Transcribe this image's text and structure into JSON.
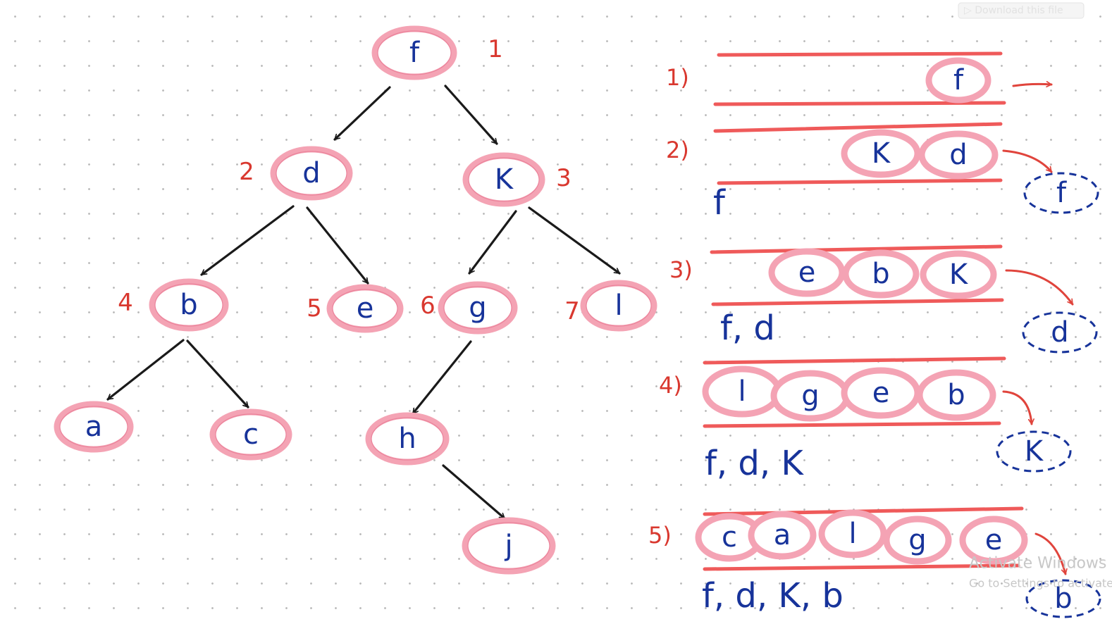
{
  "topbar": {
    "download_label": "▷ Download this file"
  },
  "tree": {
    "nodes": [
      {
        "id": "f",
        "label": "f",
        "order": "1"
      },
      {
        "id": "d",
        "label": "d",
        "order": "2"
      },
      {
        "id": "k",
        "label": "K",
        "order": "3"
      },
      {
        "id": "b",
        "label": "b",
        "order": "4"
      },
      {
        "id": "e",
        "label": "e",
        "order": "5"
      },
      {
        "id": "g",
        "label": "g",
        "order": "6"
      },
      {
        "id": "l",
        "label": "l",
        "order": "7"
      },
      {
        "id": "a",
        "label": "a",
        "order": ""
      },
      {
        "id": "c",
        "label": "c",
        "order": ""
      },
      {
        "id": "h",
        "label": "h",
        "order": ""
      },
      {
        "id": "j",
        "label": "j",
        "order": ""
      }
    ],
    "edges": [
      [
        "f",
        "d"
      ],
      [
        "f",
        "k"
      ],
      [
        "d",
        "b"
      ],
      [
        "d",
        "e"
      ],
      [
        "k",
        "g"
      ],
      [
        "k",
        "l"
      ],
      [
        "b",
        "a"
      ],
      [
        "b",
        "c"
      ],
      [
        "g",
        "h"
      ],
      [
        "h",
        "j"
      ]
    ]
  },
  "queue_steps": [
    {
      "label": "1)",
      "queue": [
        "f"
      ],
      "dequeued": "f",
      "visited": ""
    },
    {
      "label": "2)",
      "queue": [
        "K",
        "d"
      ],
      "dequeued": "f",
      "visited": "f"
    },
    {
      "label": "3)",
      "queue": [
        "e",
        "b",
        "K"
      ],
      "dequeued": "d",
      "visited": "f, d"
    },
    {
      "label": "4)",
      "queue": [
        "l",
        "g",
        "e",
        "b"
      ],
      "dequeued": "K",
      "visited": "f, d, K"
    },
    {
      "label": "5)",
      "queue": [
        "c",
        "a",
        "l",
        "g",
        "e"
      ],
      "dequeued": "b",
      "visited": "f, d, K, b"
    }
  ],
  "watermark": {
    "title": "Activate Windows",
    "subtitle": "Go to Settings to activate Windows."
  },
  "colors": {
    "node_ring": "#f4a3b4",
    "letters": "#17339a",
    "annotation_red": "#d9382f",
    "queue_lines": "#ef5a5a",
    "edges": "#1a1a1a"
  }
}
